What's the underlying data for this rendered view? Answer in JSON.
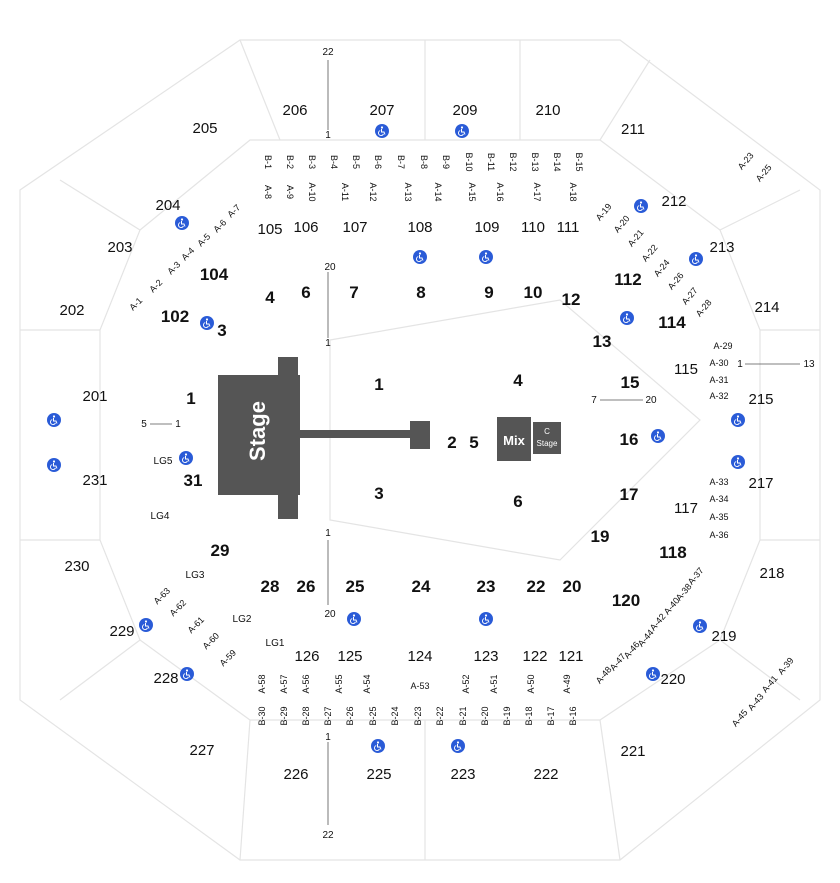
{
  "stage": {
    "label": "Stage",
    "mix_label": "Mix",
    "cstage_line1": "C",
    "cstage_line2": "Stage"
  },
  "sections": [
    {
      "t": "205"
    },
    {
      "t": "206"
    },
    {
      "t": "207"
    },
    {
      "t": "209"
    },
    {
      "t": "210"
    },
    {
      "t": "211"
    },
    {
      "t": "204"
    },
    {
      "t": "203"
    },
    {
      "t": "202"
    },
    {
      "t": "201"
    },
    {
      "t": "231"
    },
    {
      "t": "230"
    },
    {
      "t": "229"
    },
    {
      "t": "228"
    },
    {
      "t": "227"
    },
    {
      "t": "226"
    },
    {
      "t": "225"
    },
    {
      "t": "223"
    },
    {
      "t": "222"
    },
    {
      "t": "221"
    },
    {
      "t": "220"
    },
    {
      "t": "219"
    },
    {
      "t": "218"
    },
    {
      "t": "217"
    },
    {
      "t": "215"
    },
    {
      "t": "214"
    },
    {
      "t": "213"
    },
    {
      "t": "212"
    },
    {
      "t": "105"
    },
    {
      "t": "106"
    },
    {
      "t": "107"
    },
    {
      "t": "108"
    },
    {
      "t": "109"
    },
    {
      "t": "110"
    },
    {
      "t": "111"
    },
    {
      "t": "104"
    },
    {
      "t": "102"
    },
    {
      "t": "112"
    },
    {
      "t": "114"
    },
    {
      "t": "115"
    },
    {
      "t": "117"
    },
    {
      "t": "118"
    },
    {
      "t": "120"
    },
    {
      "t": "121"
    },
    {
      "t": "122"
    },
    {
      "t": "123"
    },
    {
      "t": "124"
    },
    {
      "t": "125"
    },
    {
      "t": "126"
    },
    {
      "t": "4"
    },
    {
      "t": "6"
    },
    {
      "t": "7"
    },
    {
      "t": "8"
    },
    {
      "t": "9"
    },
    {
      "t": "10"
    },
    {
      "t": "12"
    },
    {
      "t": "13"
    },
    {
      "t": "3"
    },
    {
      "t": "1"
    },
    {
      "t": "31"
    },
    {
      "t": "29"
    },
    {
      "t": "28"
    },
    {
      "t": "26"
    },
    {
      "t": "25"
    },
    {
      "t": "24"
    },
    {
      "t": "23"
    },
    {
      "t": "22"
    },
    {
      "t": "20"
    },
    {
      "t": "19"
    },
    {
      "t": "17"
    },
    {
      "t": "16"
    },
    {
      "t": "15"
    },
    {
      "t": "1"
    },
    {
      "t": "4"
    },
    {
      "t": "2"
    },
    {
      "t": "5"
    },
    {
      "t": "3"
    },
    {
      "t": "6"
    },
    {
      "t": "LG5"
    },
    {
      "t": "LG4"
    },
    {
      "t": "LG3"
    },
    {
      "t": "LG2"
    },
    {
      "t": "LG1"
    }
  ],
  "top_rows_b": [
    "B-1",
    "B-2",
    "B-3",
    "B-4",
    "B-5",
    "B-6",
    "B-7",
    "B-8",
    "B-9",
    "B-10",
    "B-11",
    "B-12",
    "B-13",
    "B-14",
    "B-15"
  ],
  "top_rows_a": [
    "A-8",
    "A-9",
    "A-10",
    "A-11",
    "A-12",
    "A-13",
    "A-14",
    "A-15",
    "A-16",
    "A-17",
    "A-18"
  ],
  "bottom_rows_a": [
    "A-58",
    "A-57",
    "A-56",
    "A-55",
    "A-54",
    "A-53",
    "A-52",
    "A-51",
    "A-50",
    "A-49"
  ],
  "bottom_rows_b": [
    "B-30",
    "B-29",
    "B-28",
    "B-27",
    "B-26",
    "B-25",
    "B-24",
    "B-23",
    "B-22",
    "B-21",
    "B-20",
    "B-19",
    "B-18",
    "B-17",
    "B-16"
  ],
  "left_rows": [
    "A-7",
    "A-6",
    "A-5",
    "A-4",
    "A-3",
    "A-2",
    "A-1",
    "A-63",
    "A-62",
    "A-61",
    "A-60",
    "A-59"
  ],
  "right_rows": [
    "A-19",
    "A-20",
    "A-21",
    "A-22",
    "A-24",
    "A-26",
    "A-27",
    "A-28",
    "A-23",
    "A-25",
    "A-29",
    "A-30",
    "A-31",
    "A-32",
    "A-33",
    "A-34",
    "A-35",
    "A-36",
    "A-37",
    "A-38",
    "A-40",
    "A-42",
    "A-44",
    "A-46",
    "A-47",
    "A-48",
    "A-39",
    "A-41",
    "A-43",
    "A-45"
  ],
  "ticks": [
    "22",
    "1",
    "20",
    "1",
    "1",
    "20",
    "1",
    "22",
    "5",
    "1",
    "7",
    "20",
    "1",
    "13"
  ],
  "wheelchair_count": 23
}
